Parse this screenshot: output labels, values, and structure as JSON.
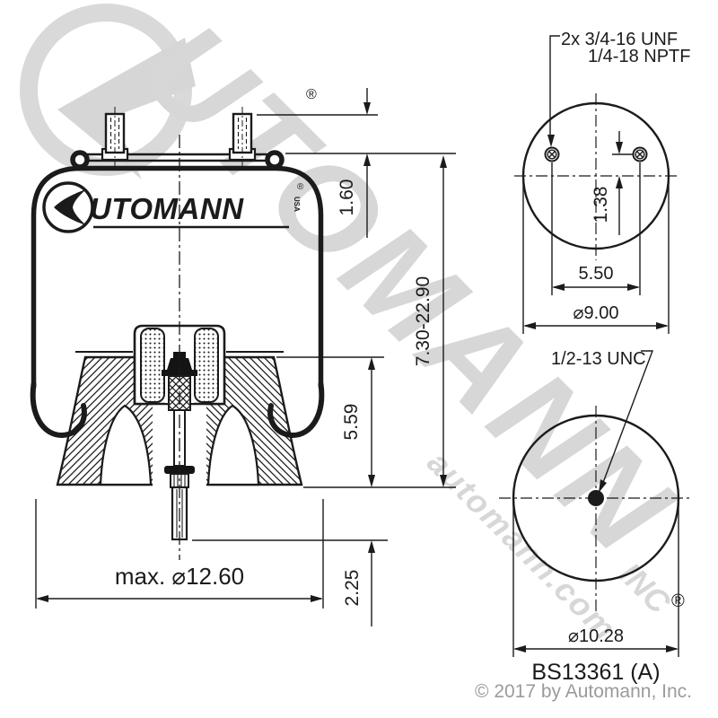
{
  "brand": {
    "logo_text": "UTOMANN",
    "logo_usa": "USA",
    "logo_registered": "®"
  },
  "front_view": {
    "dim_stud_height": "1.60",
    "dim_overall_height": "7.30-22.90",
    "dim_piston_height": "5.59",
    "dim_bolt_protrusion": "2.25",
    "dim_max_diameter": "max.  ⌀12.60"
  },
  "top_view": {
    "thread_note_line1": "2x 3/4-16 UNF",
    "thread_note_line2": "1/4-18 NPTF",
    "dim_port_offset": "1.38",
    "dim_port_spacing": "5.50",
    "dim_plate_diameter": "⌀9.00"
  },
  "bottom_view": {
    "thread_note": "1/2-13 UNC",
    "dim_piston_diameter": "⌀10.28"
  },
  "footer": {
    "part_number": "BS13361 (A)",
    "copyright": "© 2017 by Automann, Inc."
  },
  "watermark": {
    "brand": "UTOMANN",
    "url": "automann.com",
    "inc": "INC",
    "registered": "®"
  }
}
